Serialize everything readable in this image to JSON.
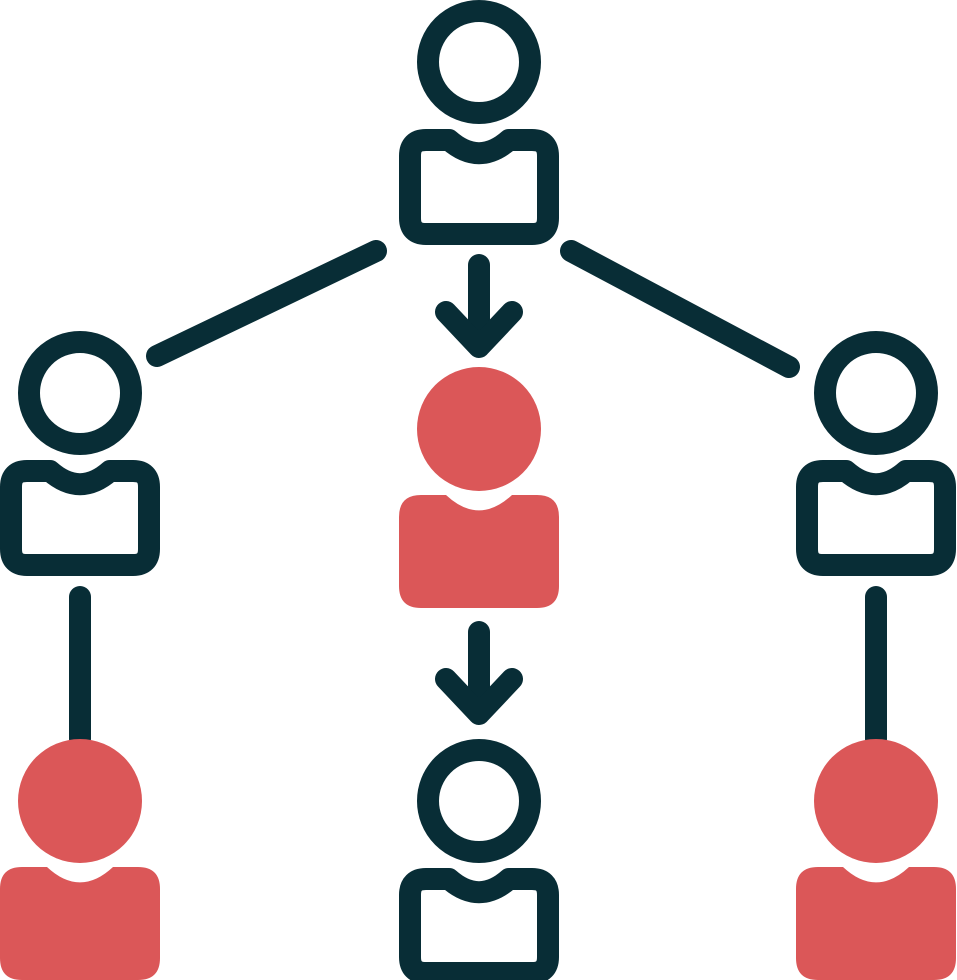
{
  "colors": {
    "outline": "#082d36",
    "accent": "#db5758",
    "background": "#ffffff"
  },
  "diagram": {
    "type": "hierarchy-network",
    "nodes": [
      {
        "id": "top-center",
        "style": "outline",
        "icon": "person-outline-icon"
      },
      {
        "id": "mid-left",
        "style": "outline",
        "icon": "person-outline-icon"
      },
      {
        "id": "mid-center",
        "style": "filled",
        "icon": "person-filled-icon"
      },
      {
        "id": "mid-right",
        "style": "outline",
        "icon": "person-outline-icon"
      },
      {
        "id": "bottom-left",
        "style": "filled",
        "icon": "person-filled-icon"
      },
      {
        "id": "bottom-center",
        "style": "outline",
        "icon": "person-outline-icon"
      },
      {
        "id": "bottom-right",
        "style": "filled",
        "icon": "person-filled-icon"
      }
    ],
    "edges": [
      {
        "from": "top-center",
        "to": "mid-left",
        "kind": "line"
      },
      {
        "from": "top-center",
        "to": "mid-center",
        "kind": "arrow"
      },
      {
        "from": "top-center",
        "to": "mid-right",
        "kind": "line"
      },
      {
        "from": "mid-center",
        "to": "bottom-center",
        "kind": "arrow"
      },
      {
        "from": "mid-left",
        "to": "bottom-left",
        "kind": "line"
      },
      {
        "from": "mid-right",
        "to": "bottom-right",
        "kind": "line"
      }
    ]
  }
}
